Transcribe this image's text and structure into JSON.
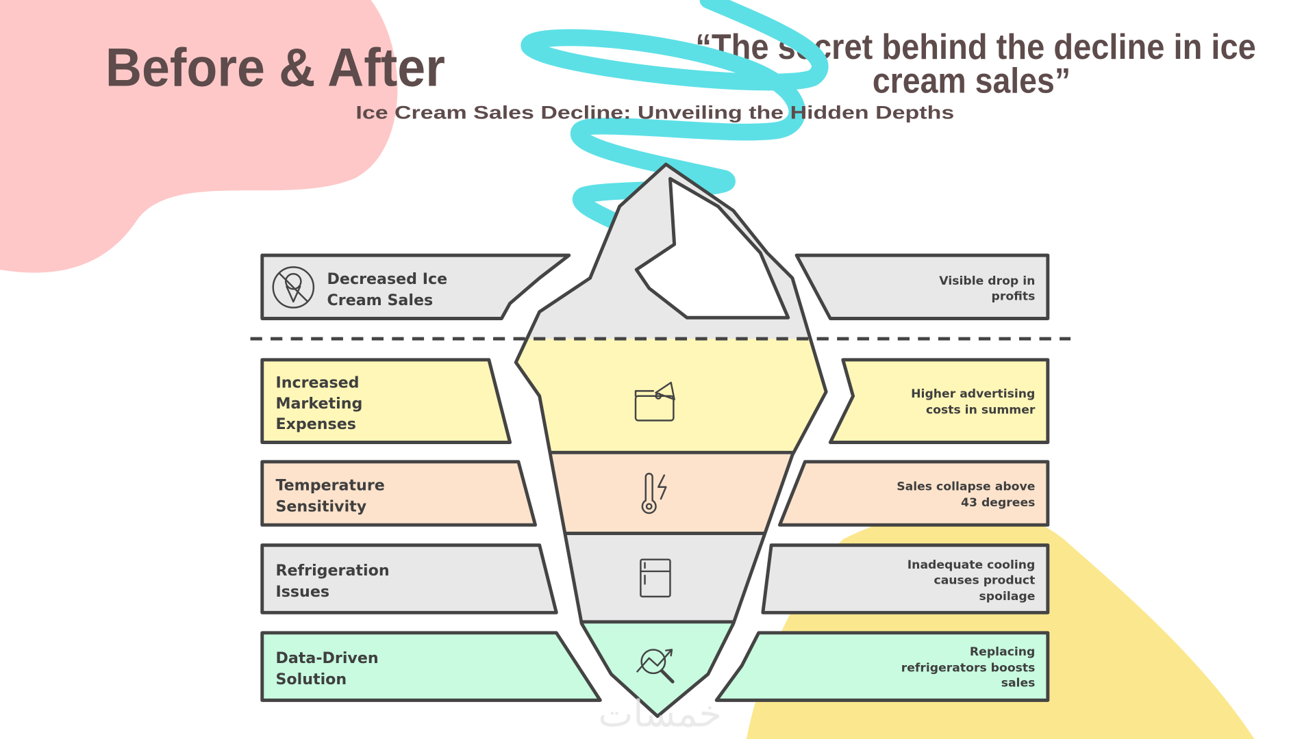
{
  "header": {
    "title": "Before & After",
    "quote_line1": "“The secret behind the decline in ice",
    "quote_line2": "cream sales”",
    "subtitle": "Ice Cream Sales Decline: Unveiling the Hidden Depths"
  },
  "colors": {
    "text": "#5e4b4b",
    "outline": "#444444",
    "pink_blob": "#fec8c8",
    "yellow_blob": "#fbe88e",
    "cyan_scribble": "#5ce0e6",
    "band_gray": "#e8e8e8",
    "band_yellow": "#fff7b8",
    "band_peach": "#fde3cc",
    "band_mint": "#c8fbe0"
  },
  "rows": [
    {
      "left": [
        "Decreased Ice",
        "Cream Sales"
      ],
      "right": [
        "Visible drop in",
        "profits"
      ],
      "icon": "ice-cream-icon",
      "zone": "above-water"
    },
    {
      "left": [
        "Increased",
        "Marketing",
        "Expenses"
      ],
      "right": [
        "Higher advertising",
        "costs in summer"
      ],
      "icon": "megaphone-icon",
      "zone": "below-water"
    },
    {
      "left": [
        "Temperature",
        "Sensitivity"
      ],
      "right": [
        "Sales collapse above",
        "43 degrees"
      ],
      "icon": "thermometer-icon",
      "zone": "below-water"
    },
    {
      "left": [
        "Refrigeration",
        "Issues"
      ],
      "right": [
        "Inadequate cooling",
        "causes product",
        "spoilage"
      ],
      "icon": "refrigerator-icon",
      "zone": "below-water"
    },
    {
      "left": [
        "Data-Driven",
        "Solution"
      ],
      "right": [
        "Replacing",
        "refrigerators boosts",
        "sales"
      ],
      "icon": "chart-search-icon",
      "zone": "below-water"
    }
  ],
  "watermark": "خمسات"
}
